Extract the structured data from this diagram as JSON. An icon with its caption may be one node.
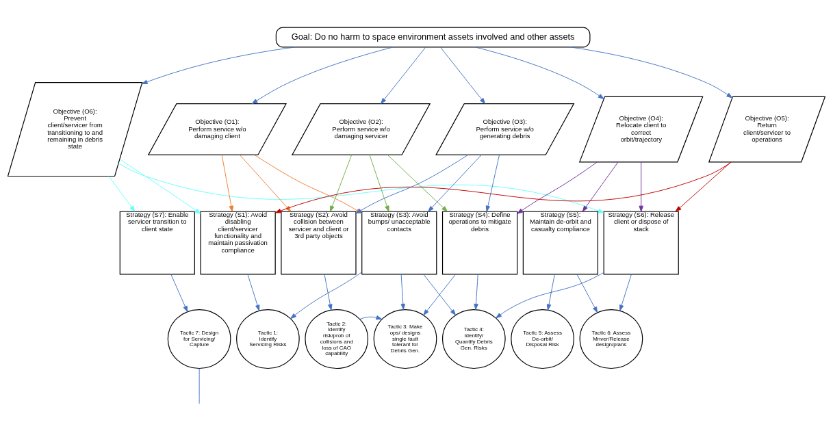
{
  "diagram": {
    "nodes": [
      {
        "text": [
          "Goal: Do no harm to space environment assets involved and other assets"
        ]
      },
      {
        "text": [
          "Objective (O6): Prevent client/servicer from transitioning to and remaining in debris state"
        ]
      },
      {
        "text": [
          "Objective (O1): Perform service w/o damaging client"
        ]
      },
      {
        "text": [
          "Objective (O2): Perform service w/o damaging servicer"
        ]
      },
      {
        "text": [
          "Objective (O3): Perform service w/o generating debris"
        ]
      },
      {
        "text": [
          "Objective (O4): Relocate client to correct orbit/trajectory"
        ]
      },
      {
        "text": [
          "Objective (O5): Return client/servicer to operations"
        ]
      },
      {
        "text": [
          "Strategy (S7): Enable servicer transition to client state"
        ]
      },
      {
        "text": [
          "Strategy (S1): Avoid disabling client/servicer functionality and maintain passivation compliance"
        ]
      },
      {
        "text": [
          "Strategy (S2): Avoid collision between servicer and client or 3rd party objects"
        ]
      },
      {
        "text": [
          "Strategy (S3): Avoid bumps/ unacceptable contacts"
        ]
      },
      {
        "text": [
          "Strategy (S4): Define operations to mitigate debris"
        ]
      },
      {
        "text": [
          "Strategy (S5): Maintain de-orbit and casualty compliance"
        ]
      },
      {
        "text": [
          "Strategy (S6): Release client or dispose of stack"
        ]
      },
      {
        "text": [
          "Tactic 7: Design for Servicing/ Capture"
        ]
      },
      {
        "text": [
          "Tactic 1: Identify Servicing Risks"
        ]
      },
      {
        "text": [
          "Tactic 2: Identify risk/prob of collisions and loss of CAO capability"
        ]
      },
      {
        "text": [
          "Tactic 3: Make ops/ designs single fault tolerant for Debris Gen."
        ]
      },
      {
        "text": [
          "Tactic 4: Identify/ Quantify Debris Gen. Risks"
        ]
      },
      {
        "text": [
          "Tactic 5: Assess De-orbit/ Disposal Risk"
        ]
      },
      {
        "text": [
          "Tactic 6: Assess Mnver/Release design/plans"
        ]
      }
    ],
    "edges": [
      {
        "from": 0,
        "to": 1,
        "arrow": "to"
      },
      {
        "from": 0,
        "to": 2,
        "arrow": "to"
      },
      {
        "from": 0,
        "to": 3,
        "arrow": "to"
      },
      {
        "from": 0,
        "to": 4,
        "arrow": "to"
      },
      {
        "from": 0,
        "to": 5,
        "arrow": "to"
      },
      {
        "from": 0,
        "to": 6,
        "arrow": "to"
      },
      {
        "from": 1,
        "to": 7,
        "arrow": "to",
        "color": "#66ffff"
      },
      {
        "from": 1,
        "to": 8,
        "arrow": "to",
        "color": "#66ffff"
      },
      {
        "from": 1,
        "to": 13,
        "arrow": "to",
        "color": "#66ffff"
      },
      {
        "from": 2,
        "to": 8,
        "arrow": "to",
        "color": "#ed7d31"
      },
      {
        "from": 2,
        "to": 9,
        "arrow": "to",
        "color": "#ed7d31"
      },
      {
        "from": 2,
        "to": 10,
        "arrow": "to",
        "color": "#ed7d31"
      },
      {
        "from": 3,
        "to": 9,
        "arrow": "to",
        "color": "#70ad47"
      },
      {
        "from": 3,
        "to": 10,
        "arrow": "to",
        "color": "#70ad47"
      },
      {
        "from": 3,
        "to": 11,
        "arrow": "to",
        "color": "#70ad47"
      },
      {
        "from": 4,
        "to": 9,
        "arrow": "to"
      },
      {
        "from": 4,
        "to": 10,
        "arrow": "to"
      },
      {
        "from": 4,
        "to": 11,
        "arrow": "to"
      },
      {
        "from": 5,
        "to": 11,
        "arrow": "to",
        "color": "#7030a0"
      },
      {
        "from": 5,
        "to": 12,
        "arrow": "to",
        "color": "#7030a0"
      },
      {
        "from": 5,
        "to": 13,
        "arrow": "to",
        "color": "#7030a0"
      },
      {
        "from": 6,
        "to": 8,
        "arrow": "to",
        "color": "#c00000"
      },
      {
        "from": 6,
        "to": 13,
        "arrow": "to",
        "color": "#c00000"
      },
      {
        "from": 7,
        "to": 14,
        "arrow": "to"
      },
      {
        "from": 8,
        "to": 15,
        "arrow": "to"
      },
      {
        "from": 9,
        "to": 16,
        "arrow": "to"
      },
      {
        "from": 10,
        "to": 15,
        "arrow": "to"
      },
      {
        "from": 10,
        "to": 17,
        "arrow": "to"
      },
      {
        "from": 10,
        "to": 18,
        "arrow": "to"
      },
      {
        "from": 11,
        "to": 17,
        "arrow": "to"
      },
      {
        "from": 11,
        "to": 18,
        "arrow": "to"
      },
      {
        "from": 12,
        "to": 19,
        "arrow": "to"
      },
      {
        "from": 12,
        "to": 20,
        "arrow": "to"
      },
      {
        "from": 13,
        "to": 18,
        "arrow": "to"
      },
      {
        "from": 13,
        "to": 20,
        "arrow": "to"
      },
      {
        "from": 16,
        "to": 17,
        "arrow": "to"
      },
      {
        "from": 14,
        "to": null,
        "arrow": "none"
      }
    ]
  }
}
